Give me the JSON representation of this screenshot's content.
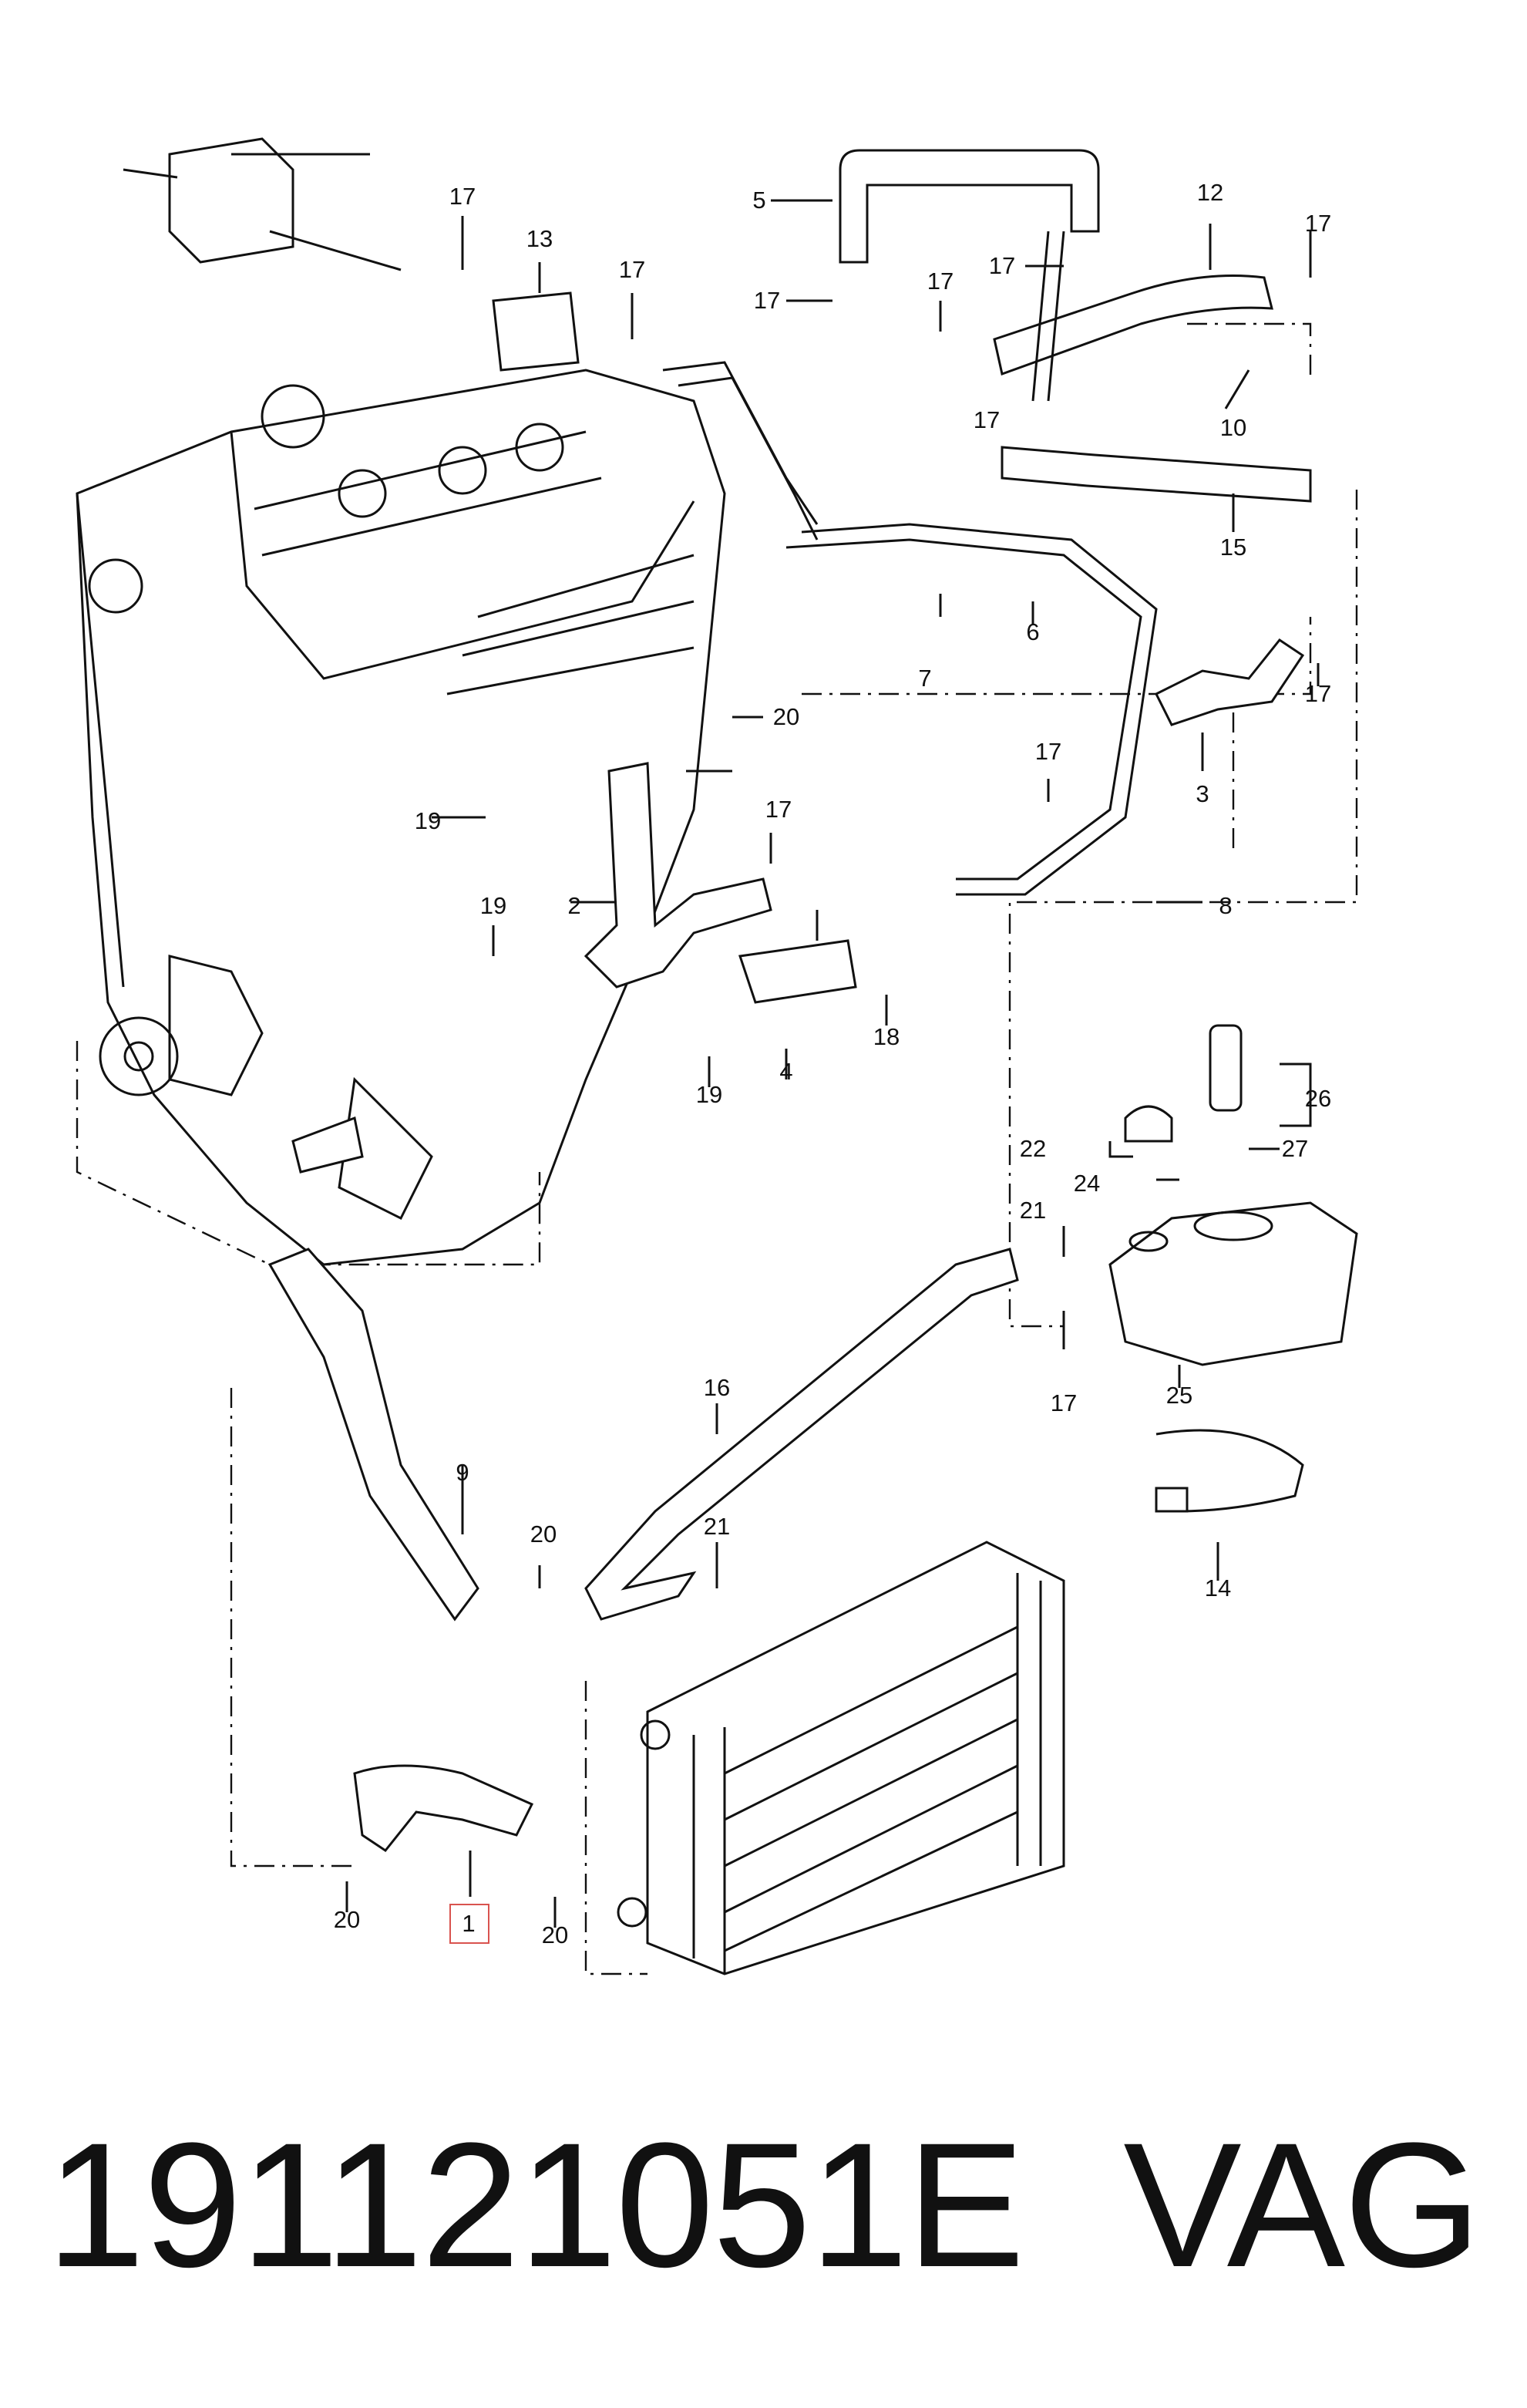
{
  "diagram": {
    "callouts": [
      {
        "id": "c1",
        "text": "1",
        "highlighted": true
      },
      {
        "id": "c2",
        "text": "2"
      },
      {
        "id": "c3",
        "text": "3"
      },
      {
        "id": "c4",
        "text": "4"
      },
      {
        "id": "c5",
        "text": "5"
      },
      {
        "id": "c6",
        "text": "6"
      },
      {
        "id": "c7",
        "text": "7"
      },
      {
        "id": "c8",
        "text": "8"
      },
      {
        "id": "c9",
        "text": "9"
      },
      {
        "id": "c10",
        "text": "10"
      },
      {
        "id": "c12",
        "text": "12"
      },
      {
        "id": "c13",
        "text": "13"
      },
      {
        "id": "c14",
        "text": "14"
      },
      {
        "id": "c15",
        "text": "15"
      },
      {
        "id": "c16",
        "text": "16"
      },
      {
        "id": "c17",
        "text": "17"
      },
      {
        "id": "c18",
        "text": "18"
      },
      {
        "id": "c19",
        "text": "19"
      },
      {
        "id": "c20",
        "text": "20"
      },
      {
        "id": "c21",
        "text": "21"
      },
      {
        "id": "c22",
        "text": "22"
      },
      {
        "id": "c24",
        "text": "24"
      },
      {
        "id": "c25",
        "text": "25"
      },
      {
        "id": "c26",
        "text": "26"
      },
      {
        "id": "c27",
        "text": "27"
      }
    ],
    "highlight_color": "#d9534f"
  },
  "footer": {
    "part_number": "191121051E",
    "brand": "VAG"
  }
}
